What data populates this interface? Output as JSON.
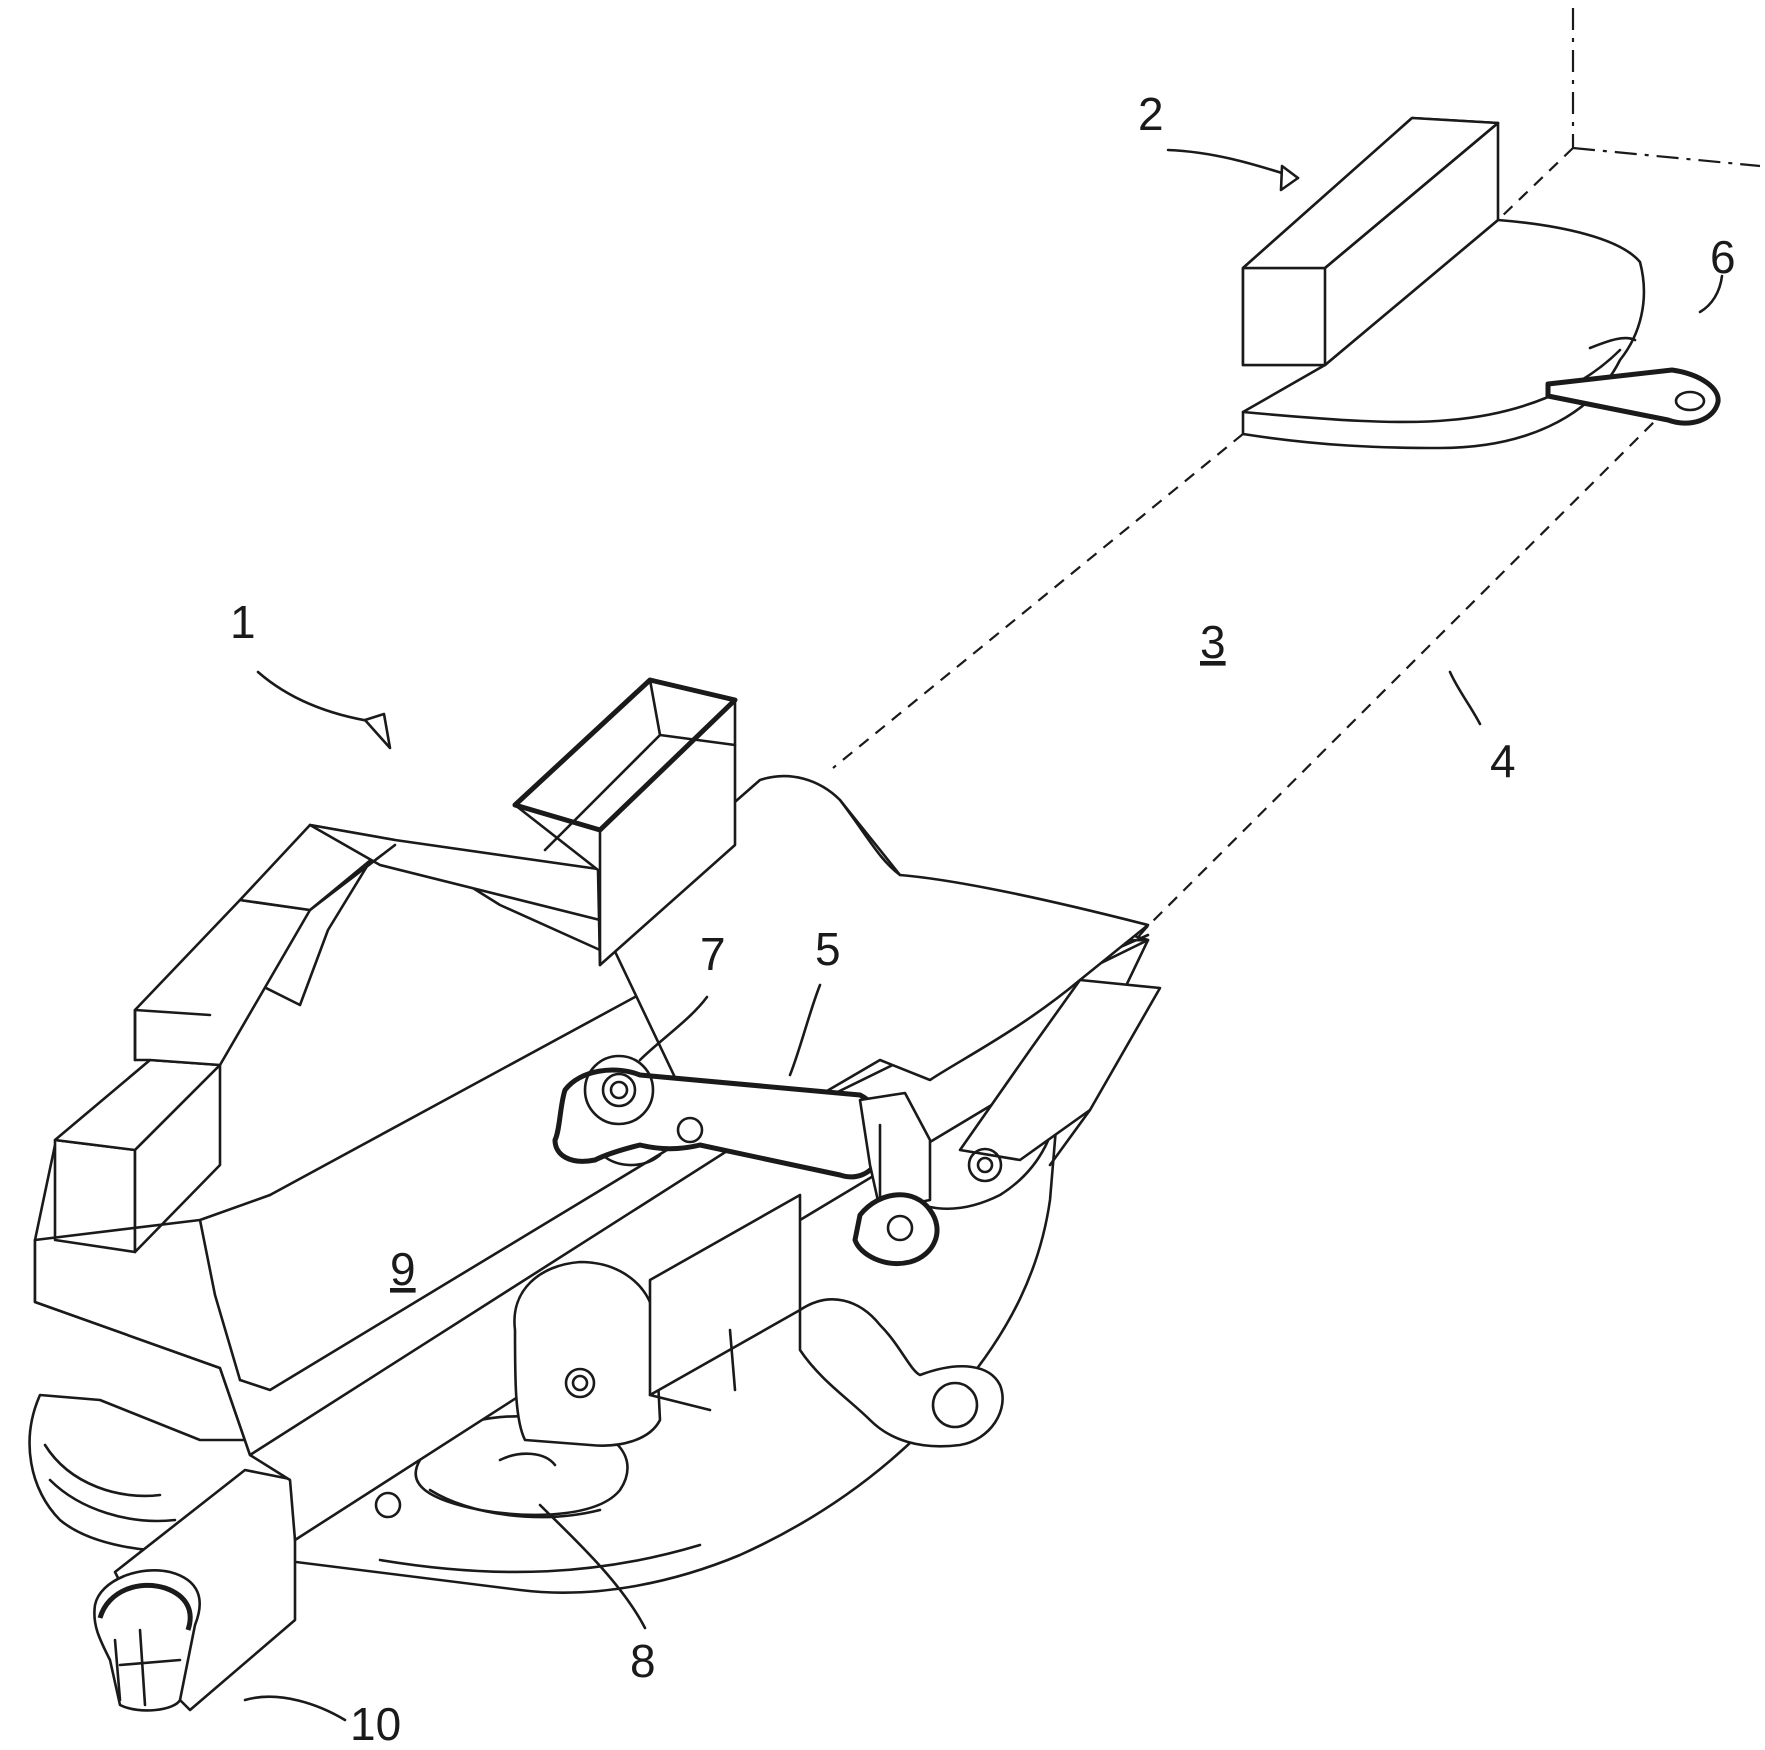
{
  "labels": {
    "assembly": "1",
    "lock_part": "2",
    "plane": "3",
    "axis": "4",
    "lever": "5",
    "tab": "6",
    "pivot": "7",
    "wheel": "8",
    "housing": "9",
    "connector": "10"
  }
}
